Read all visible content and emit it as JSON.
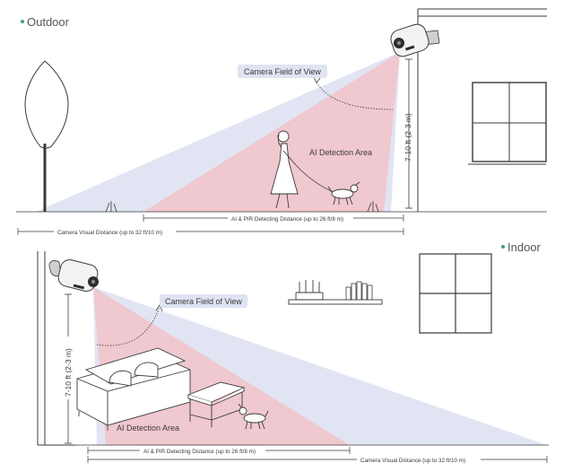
{
  "outdoor": {
    "section_label": "Outdoor",
    "fov_label": "Camera Field of View",
    "ai_label": "AI Detection Area",
    "height_label": "7-10 ft (2-3 m)",
    "pir_distance_label": "AI & PIR Detecting Distance (up to 26 ft/8 m)",
    "visual_distance_label": "Camera Visual Distance (up to 32 ft/10 m)"
  },
  "indoor": {
    "section_label": "Indoor",
    "fov_label": "Camera Field of View",
    "ai_label": "AI Detection Area",
    "height_label": "7-10 ft (2-3 m)",
    "pir_distance_label": "AI & PIR Detecting Distance (up to 26 ft/8 m)",
    "visual_distance_label": "Camera Visual Distance (up to 32 ft/10 m)"
  },
  "colors": {
    "fov_fill": "#dfe3f2",
    "ai_fill": "#f2c4cb",
    "accent_dot": "#3aa76d",
    "line": "#3a3a3a"
  },
  "icons": [
    "bullet-camera-icon",
    "tree-icon",
    "house-icon",
    "woman-walking-icon",
    "dog-icon",
    "sofa-icon",
    "coffee-table-icon",
    "router-icon",
    "books-icon",
    "window-icon"
  ]
}
